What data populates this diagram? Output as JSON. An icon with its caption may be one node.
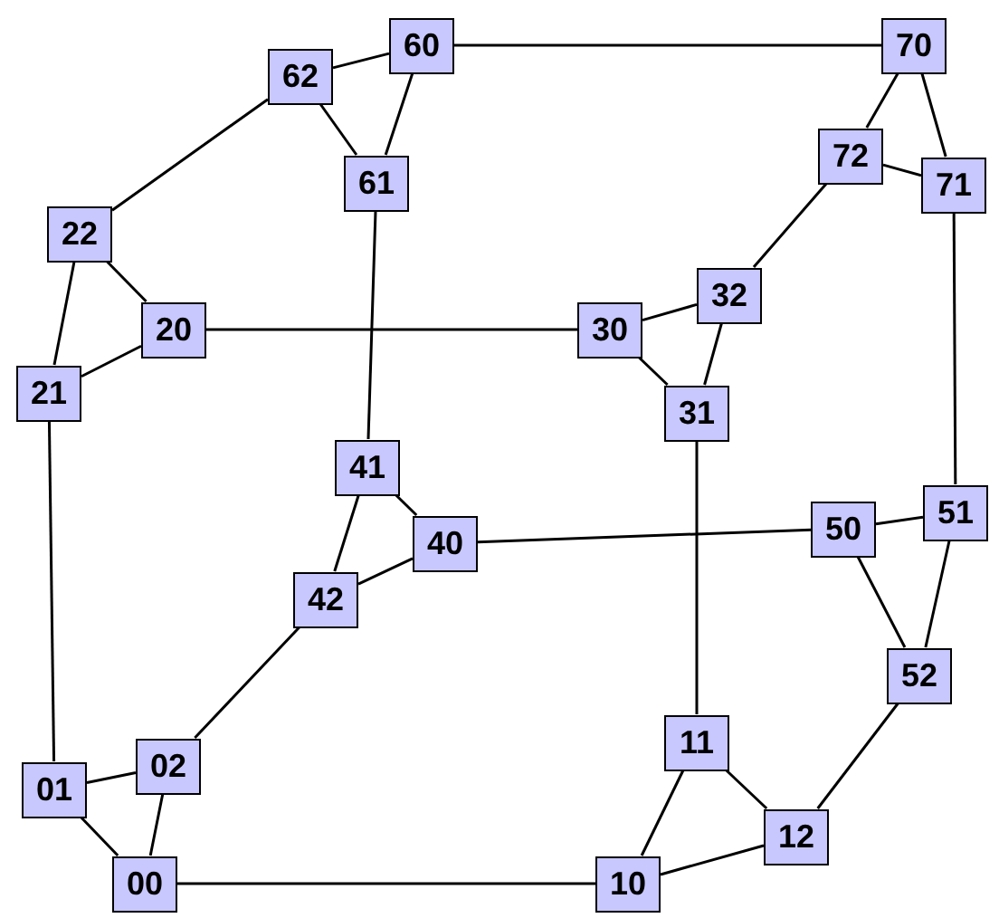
{
  "diagram": {
    "nodes": [
      {
        "text": [
          "60"
        ]
      },
      {
        "text": [
          "70"
        ]
      },
      {
        "text": [
          "62"
        ]
      },
      {
        "text": [
          "72"
        ]
      },
      {
        "text": [
          "61"
        ]
      },
      {
        "text": [
          "71"
        ]
      },
      {
        "text": [
          "22"
        ]
      },
      {
        "text": [
          "32"
        ]
      },
      {
        "text": [
          "20"
        ]
      },
      {
        "text": [
          "30"
        ]
      },
      {
        "text": [
          "21"
        ]
      },
      {
        "text": [
          "31"
        ]
      },
      {
        "text": [
          "41"
        ]
      },
      {
        "text": [
          "51"
        ]
      },
      {
        "text": [
          "40"
        ]
      },
      {
        "text": [
          "50"
        ]
      },
      {
        "text": [
          "42"
        ]
      },
      {
        "text": [
          "52"
        ]
      },
      {
        "text": [
          "11"
        ]
      },
      {
        "text": [
          "02"
        ]
      },
      {
        "text": [
          "01"
        ]
      },
      {
        "text": [
          "12"
        ]
      },
      {
        "text": [
          "00"
        ]
      },
      {
        "text": [
          "10"
        ]
      }
    ],
    "edges": [
      {
        "from": 0,
        "to": 1,
        "arrow": "none"
      },
      {
        "from": 0,
        "to": 2,
        "arrow": "none"
      },
      {
        "from": 0,
        "to": 4,
        "arrow": "none"
      },
      {
        "from": 2,
        "to": 4,
        "arrow": "none"
      },
      {
        "from": 2,
        "to": 6,
        "arrow": "none"
      },
      {
        "from": 1,
        "to": 3,
        "arrow": "none"
      },
      {
        "from": 1,
        "to": 5,
        "arrow": "none"
      },
      {
        "from": 3,
        "to": 5,
        "arrow": "none"
      },
      {
        "from": 3,
        "to": 7,
        "arrow": "none"
      },
      {
        "from": 5,
        "to": 13,
        "arrow": "none"
      },
      {
        "from": 4,
        "to": 12,
        "arrow": "none"
      },
      {
        "from": 6,
        "to": 8,
        "arrow": "none"
      },
      {
        "from": 6,
        "to": 10,
        "arrow": "none"
      },
      {
        "from": 10,
        "to": 8,
        "arrow": "none"
      },
      {
        "from": 8,
        "to": 9,
        "arrow": "none"
      },
      {
        "from": 9,
        "to": 7,
        "arrow": "none"
      },
      {
        "from": 9,
        "to": 11,
        "arrow": "none"
      },
      {
        "from": 7,
        "to": 11,
        "arrow": "none"
      },
      {
        "from": 11,
        "to": 18,
        "arrow": "none"
      },
      {
        "from": 10,
        "to": 20,
        "arrow": "none"
      },
      {
        "from": 12,
        "to": 14,
        "arrow": "none"
      },
      {
        "from": 12,
        "to": 16,
        "arrow": "none"
      },
      {
        "from": 16,
        "to": 14,
        "arrow": "none"
      },
      {
        "from": 14,
        "to": 15,
        "arrow": "none"
      },
      {
        "from": 15,
        "to": 13,
        "arrow": "none"
      },
      {
        "from": 15,
        "to": 17,
        "arrow": "none"
      },
      {
        "from": 13,
        "to": 17,
        "arrow": "none"
      },
      {
        "from": 16,
        "to": 19,
        "arrow": "none"
      },
      {
        "from": 17,
        "to": 21,
        "arrow": "none"
      },
      {
        "from": 18,
        "to": 23,
        "arrow": "none"
      },
      {
        "from": 18,
        "to": 21,
        "arrow": "none"
      },
      {
        "from": 21,
        "to": 23,
        "arrow": "none"
      },
      {
        "from": 20,
        "to": 19,
        "arrow": "none"
      },
      {
        "from": 20,
        "to": 22,
        "arrow": "none"
      },
      {
        "from": 19,
        "to": 22,
        "arrow": "none"
      },
      {
        "from": 22,
        "to": 23,
        "arrow": "none"
      }
    ]
  }
}
